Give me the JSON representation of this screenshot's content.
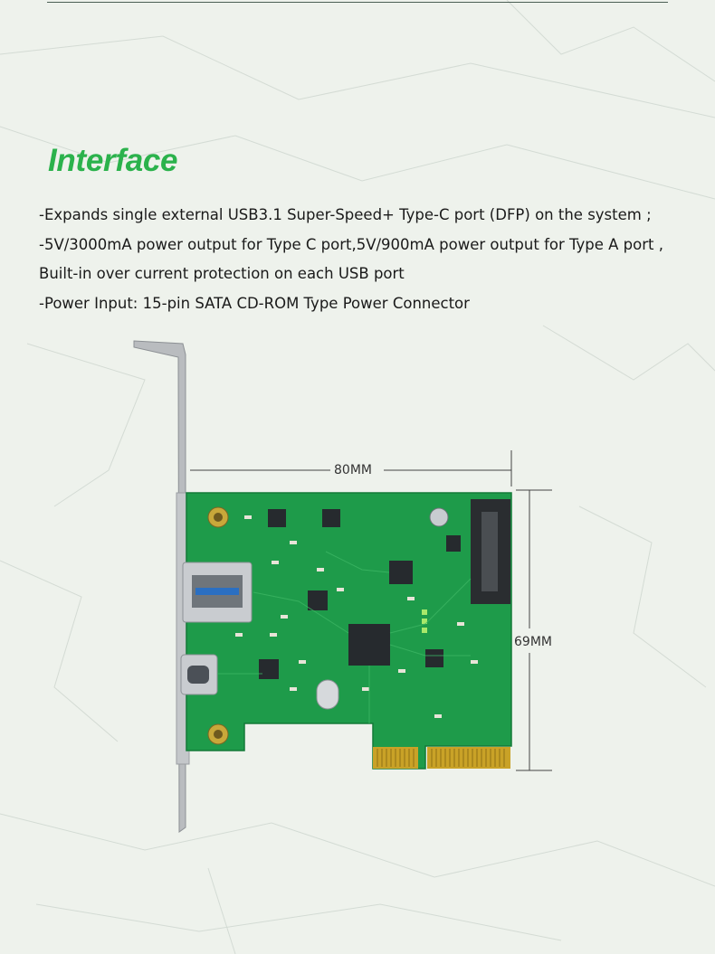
{
  "section": {
    "title": "Interface"
  },
  "features": [
    "-Expands single external USB3.1 Super-Speed+ Type-C port (DFP) on the system ;",
    "-5V/3000mA power output for Type C port,5V/900mA power output for Type A port ,",
    "Built-in over current protection on each USB port",
    "-Power Input: 15-pin SATA CD-ROM Type Power Connector"
  ],
  "dimensions": {
    "width_label": "80MM",
    "height_label": "69MM"
  },
  "colors": {
    "title": "#2bb24c",
    "pcb": "#1e9b4a",
    "gold_fingers": "#c9a227"
  }
}
